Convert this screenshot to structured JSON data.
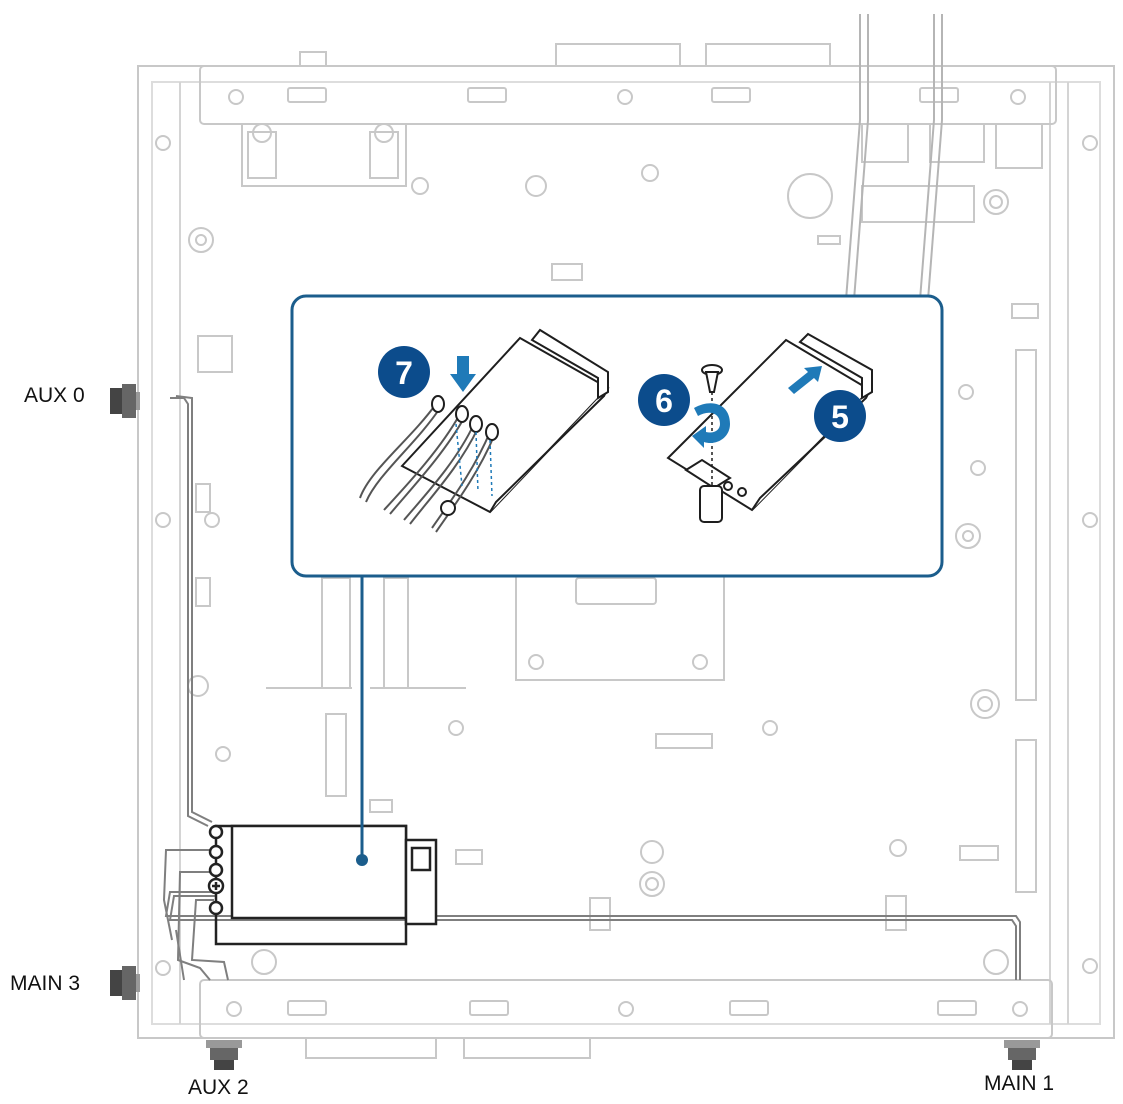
{
  "labels": {
    "aux0": "AUX 0",
    "main3": "MAIN 3",
    "aux2": "AUX 2",
    "main1": "MAIN 1"
  },
  "steps": {
    "seven": "7",
    "six": "6",
    "five": "5"
  },
  "colors": {
    "chassis_line": "#c8c8c8",
    "chassis_dark": "#a9a9a9",
    "module_line": "#222222",
    "callout_blue": "#1b5d8c",
    "step_badge": "#0c4c8c",
    "arrow_blue": "#1f7ab8",
    "antenna_cable": "#8a8a8a"
  }
}
